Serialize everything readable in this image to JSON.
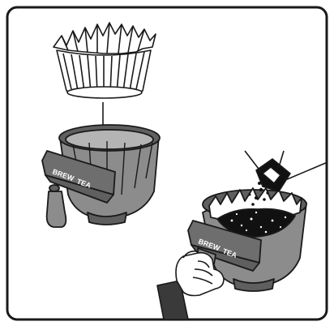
{
  "basket_left": {
    "brew_label": "BREW",
    "tea_label": "TEA"
  },
  "basket_right": {
    "brew_label": "BREW",
    "tea_label": "TEA"
  },
  "colors": {
    "frame": "#1a1a1a",
    "basket_fill": "#8c8c8c",
    "basket_dark": "#5f5f5f",
    "basket_light": "#b4b4b4",
    "filter_fill": "#ffffff",
    "coffee": "#111111",
    "sleeve": "#3a3a3a"
  },
  "icons": [
    "paper-filter-icon",
    "down-arrow-icon",
    "brew-basket-icon",
    "coffee-scoop-icon",
    "hand-icon",
    "coffee-grounds-icon"
  ]
}
